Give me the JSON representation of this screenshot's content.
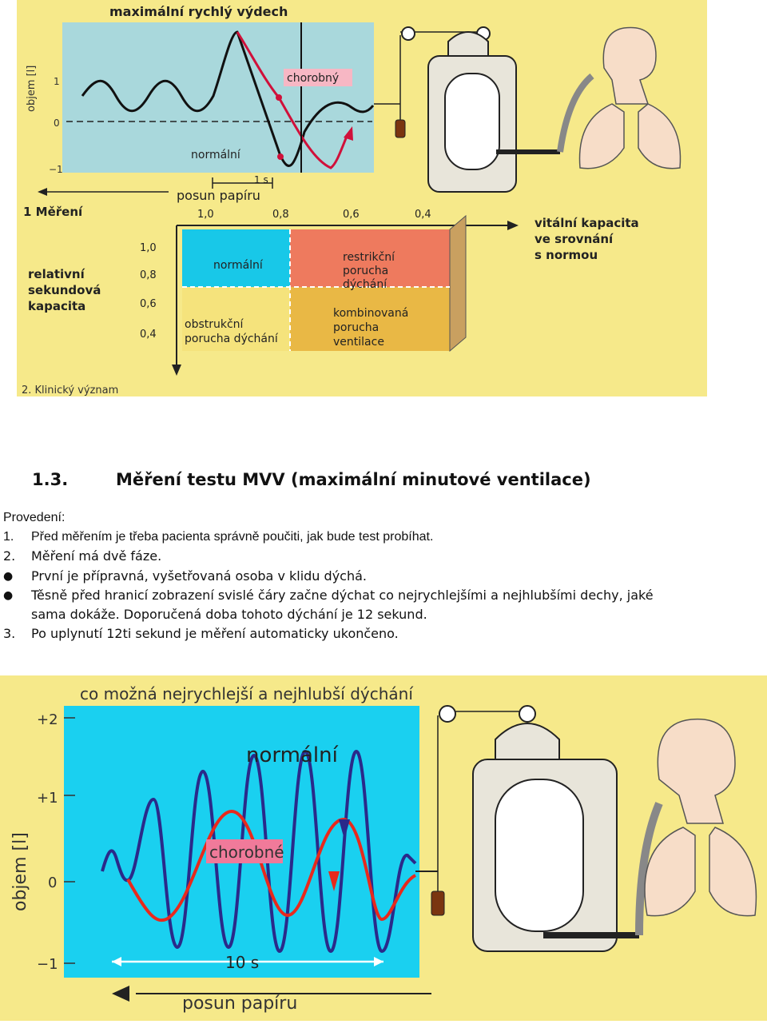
{
  "figure1": {
    "chart_title": "maximální rychlý výdech",
    "y_axis_label": "objem [l]",
    "y_ticks": [
      "1",
      "0",
      "−1"
    ],
    "curve_labels": {
      "diseased": "chorobný",
      "normal": "normální"
    },
    "time_mark": "1 s",
    "paper_feed": "posun papíru",
    "section_label": "1 Měření",
    "x_ticks": [
      "1,0",
      "0,8",
      "0,6",
      "0,4"
    ],
    "y_ticks2": [
      "1,0",
      "0,8",
      "0,6",
      "0,4"
    ],
    "left_title": [
      "relativní",
      "sekundová",
      "kapacita"
    ],
    "right_title": [
      "vitální kapacita",
      "ve srovnání",
      "s normou"
    ],
    "quadrants": {
      "normal": "normální",
      "restrictive": [
        "restrikční",
        "porucha",
        "dýchání"
      ],
      "obstructive": [
        "obstrukční",
        "porucha dýchání"
      ],
      "combined": [
        "kombinovaná",
        "porucha",
        "ventilace"
      ]
    },
    "footer": "2. Klinický význam",
    "colors": {
      "background": "#f6e98a",
      "chart": "#a9d8dc",
      "cyan": "#18c8e8",
      "salmon": "#ee7a5e",
      "yellow": "#f5e37c",
      "gold": "#e9b845",
      "red": "#d0103a"
    }
  },
  "section": {
    "number": "1.3.",
    "title": "Měření testu MVV (maximální minutové ventilace)"
  },
  "procedure": {
    "heading": "Provedení:",
    "step1": {
      "marker": "1.",
      "text": "Před měřením je třeba pacienta správně poučiti, jak bude test probíhat."
    },
    "step2": {
      "marker": "2.",
      "text": "Měření má dvě fáze."
    },
    "bullet1": "První je přípravná, vyšetřovaná osoba v klidu dýchá.",
    "bullet2_line1": "Těsně před hranicí zobrazení svislé čáry začne dýchat co nejrychlejšími a nejhlubšími dechy, jaké",
    "bullet2_line2": "sama dokáže. Doporučená doba tohoto dýchání je 12 sekund.",
    "step3": {
      "marker": "3.",
      "text": "Po uplynutí 12ti sekund je měření automaticky ukončeno."
    }
  },
  "figure2": {
    "chart_title": "co možná nejrychlejší a nejhlubší dýchání",
    "y_axis_label": "objem [l]",
    "y_ticks": [
      "+2",
      "+1",
      "0",
      "−1"
    ],
    "curve_labels": {
      "normal": "normální",
      "diseased": "chorobné"
    },
    "duration": "10 s",
    "paper_feed": "posun papíru",
    "colors": {
      "background": "#f6e98a",
      "chart": "#1ad0f0",
      "normal_curve": "#2a2a8a",
      "diseased_curve": "#e8291c",
      "label_box": "#f07a9a"
    }
  }
}
